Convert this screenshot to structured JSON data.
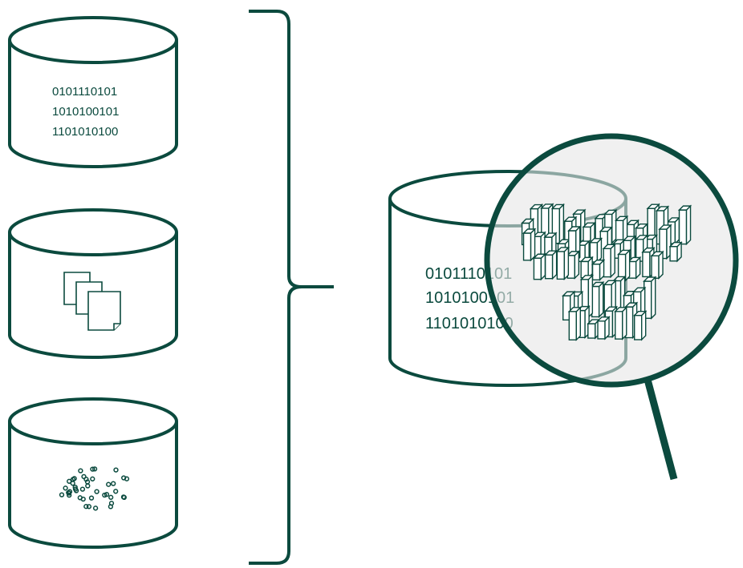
{
  "colors": {
    "ink": "#0b4a3e",
    "fill": "#ffffff",
    "lens": "#e6e6e6"
  },
  "sources": [
    {
      "kind": "binary-data",
      "lines": [
        "0101110101",
        "1010100101",
        "1101010100"
      ]
    },
    {
      "kind": "documents",
      "icon": "stacked-pages-icon"
    },
    {
      "kind": "scatter-points",
      "icon": "point-cloud-icon"
    }
  ],
  "merged": {
    "kind": "binary-data",
    "lines": [
      "0101110101",
      "1010100101",
      "1101010100"
    ],
    "magnifier_icon": "magnifying-glass-icon",
    "lens_content_icon": "3d-bar-chart-icon"
  },
  "connector_icon": "curly-brace-icon"
}
